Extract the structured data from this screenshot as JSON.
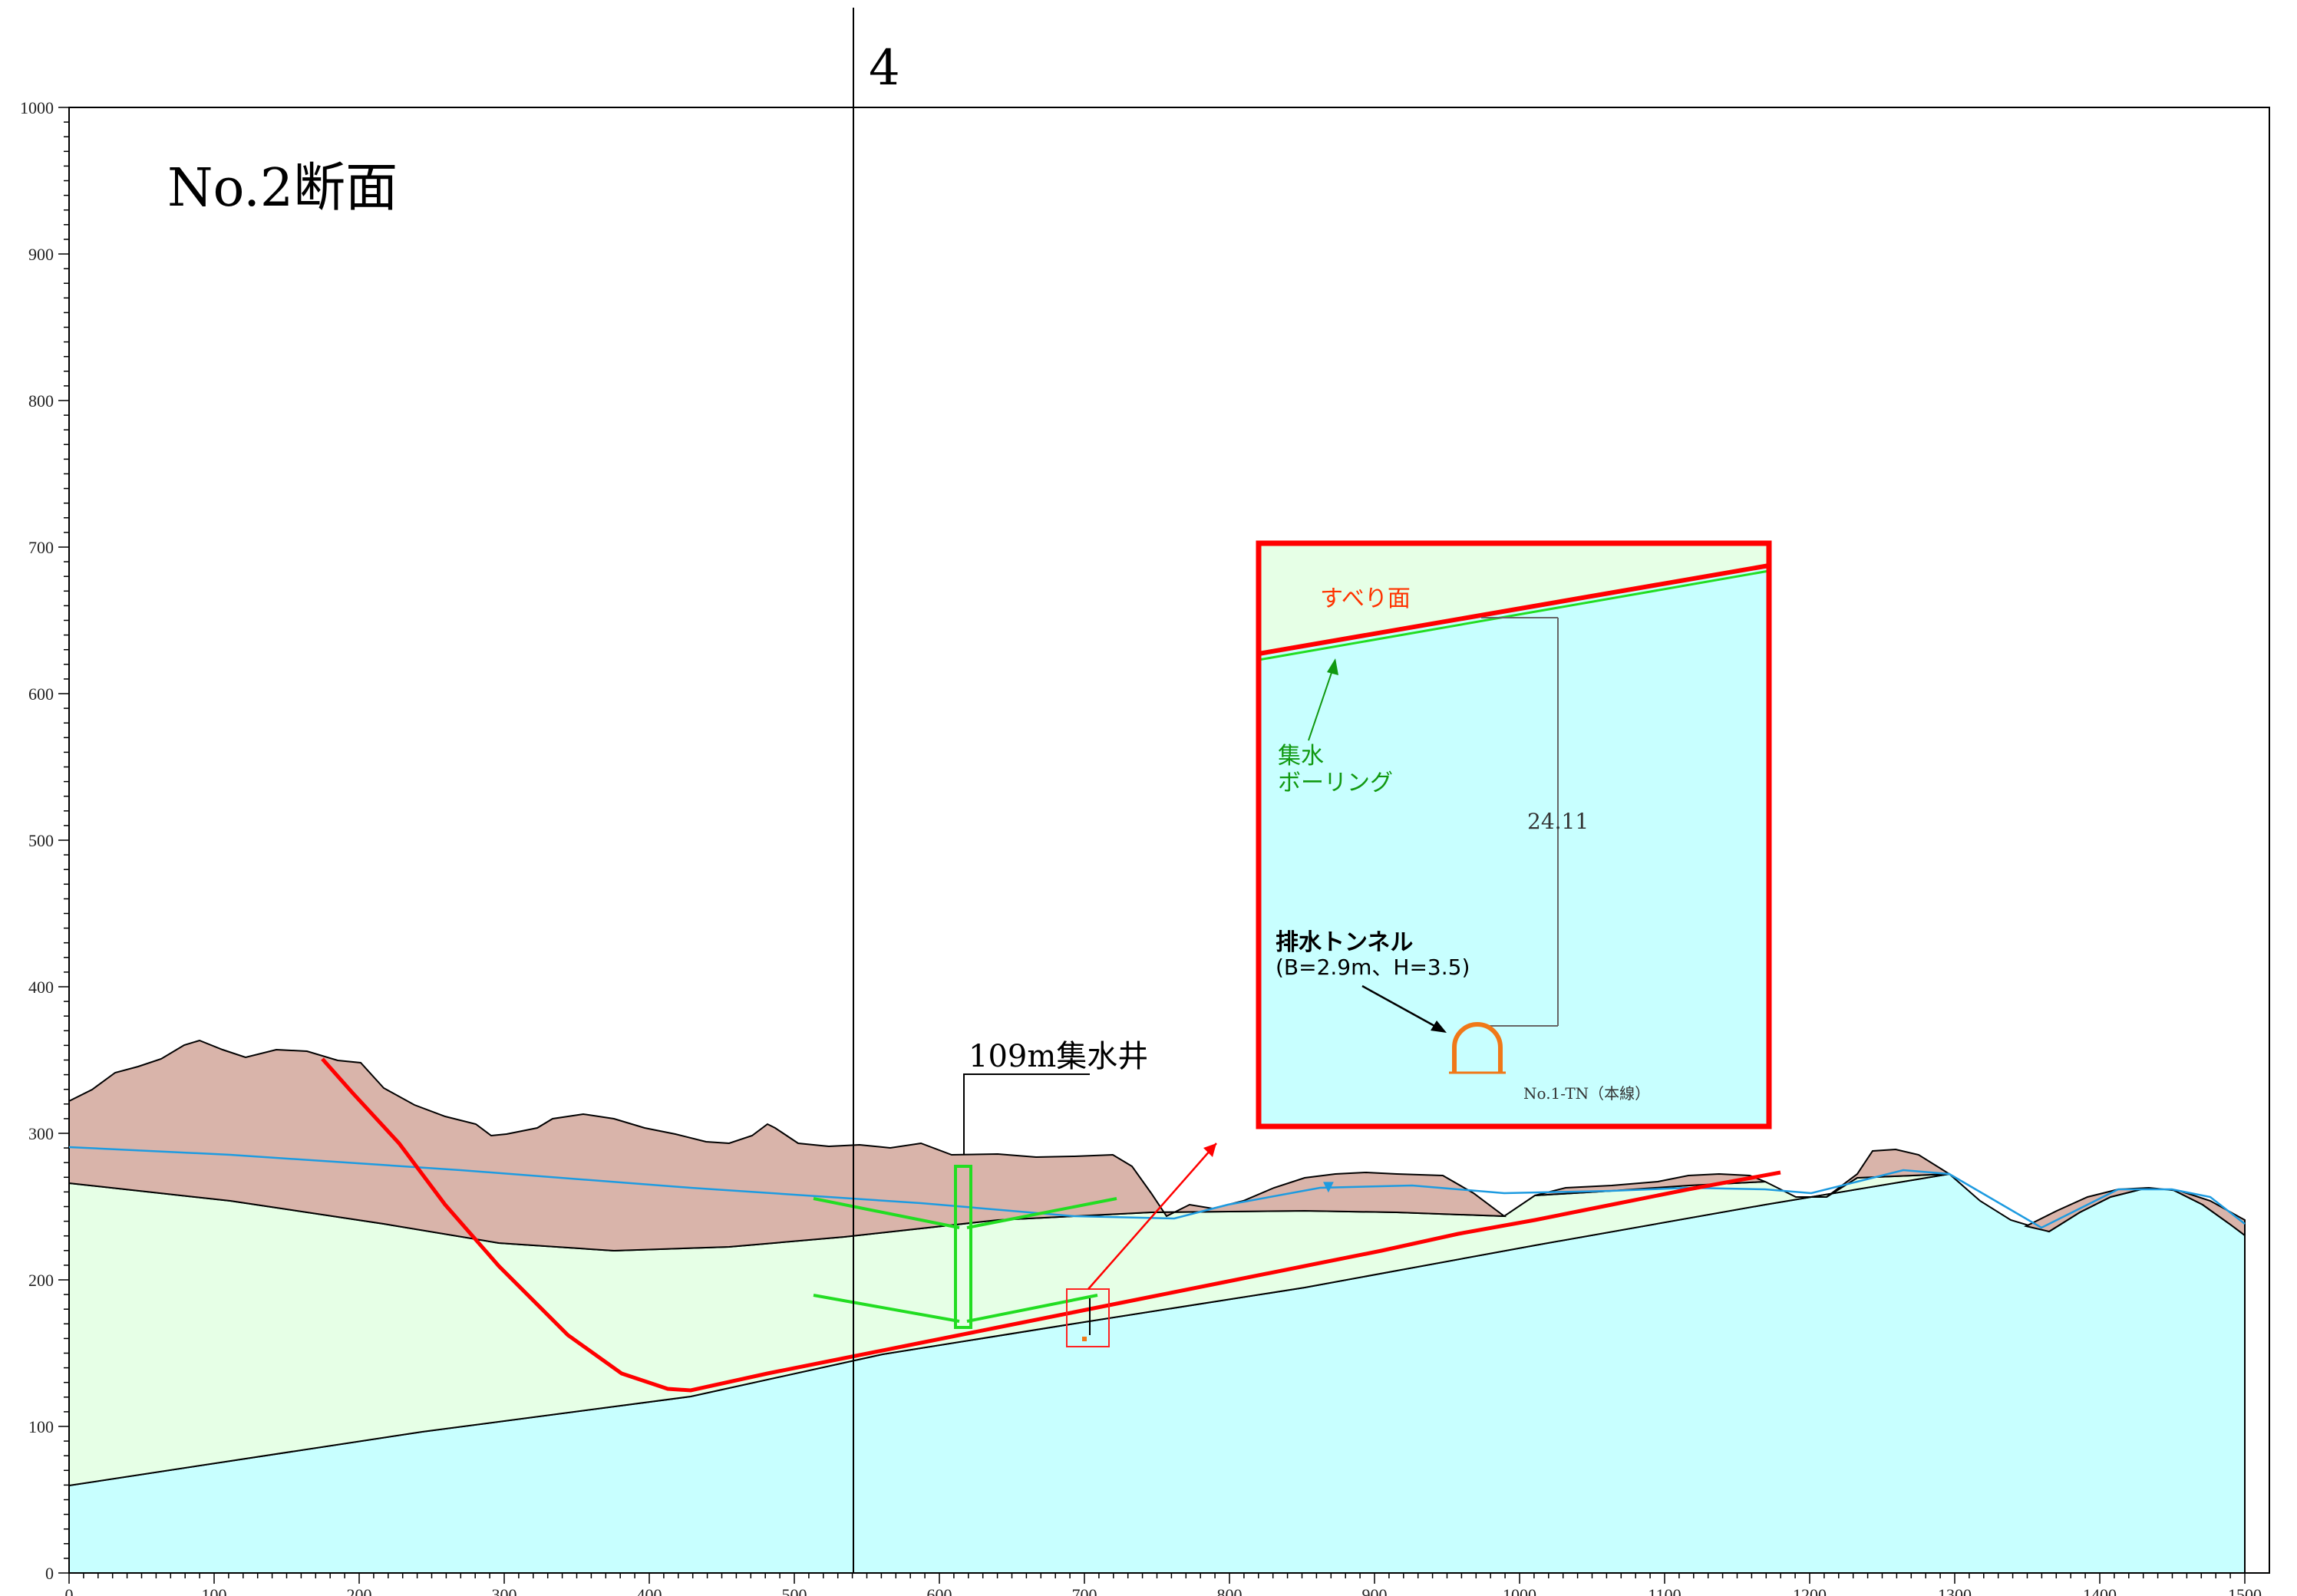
{
  "section": {
    "title": "No.2断面",
    "grid_marker": "4"
  },
  "axes": {
    "x_ticks": [
      "0",
      "100",
      "200",
      "300",
      "400",
      "500",
      "600",
      "700",
      "800",
      "900",
      "1000",
      "1100",
      "1200",
      "1300",
      "1400",
      "1500"
    ],
    "y_ticks": [
      "0",
      "100",
      "200",
      "300",
      "400",
      "500",
      "600",
      "700",
      "800",
      "900",
      "1000"
    ]
  },
  "labels": {
    "well": "109m集水井"
  },
  "inset": {
    "slip_surface": "すべり面",
    "drain_boring_line1": "集水",
    "drain_boring_line2": "ボーリング",
    "distance": "24.11",
    "tunnel_title": "排水トンネル",
    "tunnel_dims": "(B=2.9m、H=3.5)",
    "tunnel_id": "No.1-TN（本線）"
  },
  "colors": {
    "soil_top": "#d9b4aa",
    "soil_mid": "#e6ffe6",
    "bedrock": "#c8ffff",
    "slip_surface": "#ff0000",
    "boring": "#22dd22",
    "water_table": "#1e9be0",
    "tunnel": "#f07818",
    "inset_label_slip": "#ff3300",
    "inset_label_boring": "#119911"
  }
}
